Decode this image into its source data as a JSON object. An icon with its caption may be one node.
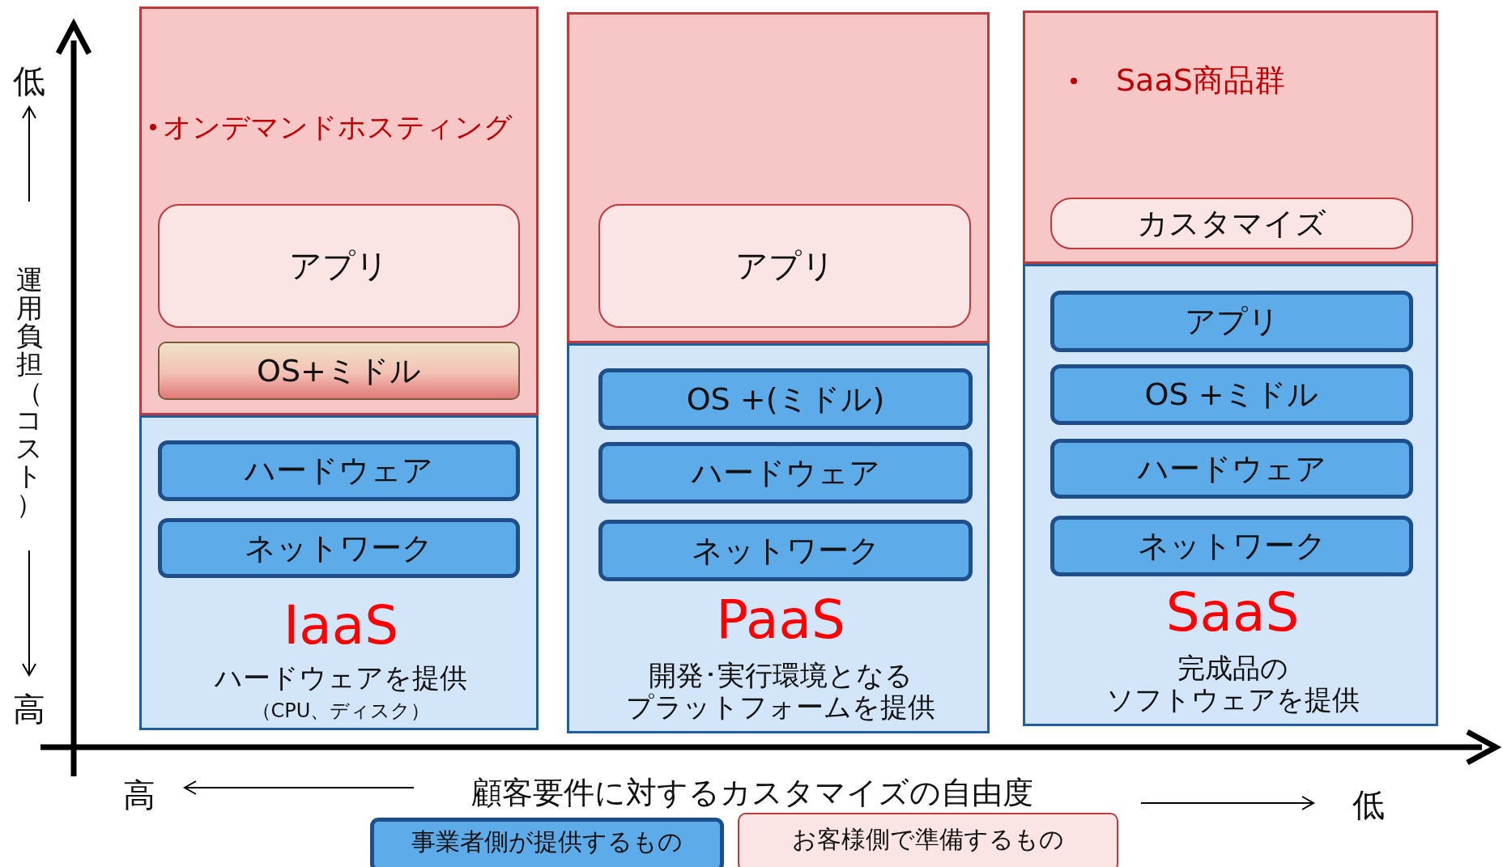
{
  "diagram": {
    "nodes": [
      {
        "text": [
          "オンデマンドホスティング"
        ]
      },
      {
        "text": [
          "アプリ"
        ],
        "in": 0
      },
      {
        "text": [
          "OS+ミドル"
        ],
        "in": 0
      },
      {
        "text": [
          "IaaS",
          "ハードウェアを提供",
          "（CPU、ディスク）"
        ]
      },
      {
        "text": [
          "ハードウェア"
        ],
        "in": 3
      },
      {
        "text": [
          "ネットワーク"
        ],
        "in": 3
      },
      {
        "text": [],
        "shape": "box"
      },
      {
        "text": [
          "アプリ"
        ],
        "in": 6
      },
      {
        "text": [
          "PaaS",
          "開発･実行環境となるプラットフォームを提供"
        ]
      },
      {
        "text": [
          "OS +(ミドル)"
        ],
        "in": 8
      },
      {
        "text": [
          "ハードウェア"
        ],
        "in": 8
      },
      {
        "text": [
          "ネットワーク"
        ],
        "in": 8
      },
      {
        "text": [
          "SaaS商品群"
        ]
      },
      {
        "text": [
          "カスタマイズ"
        ],
        "in": 12
      },
      {
        "text": [
          "SaaS",
          "完成品のソフトウェアを提供"
        ]
      },
      {
        "text": [
          "アプリ"
        ],
        "in": 14
      },
      {
        "text": [
          "OS +ミドル"
        ],
        "in": 14
      },
      {
        "text": [
          "ハードウェア"
        ],
        "in": 14
      },
      {
        "text": [
          "ネットワーク"
        ],
        "in": 14
      }
    ],
    "edges": [],
    "labels": [
      "低",
      "運用負担（コスト）",
      "高",
      "高",
      "顧客要件に対するカスタマイズの自由度",
      "低"
    ],
    "legend": [
      {
        "text": "事業者側が提供するもの",
        "color": "#5dabe9"
      },
      {
        "text": "お客様側で準備するもの",
        "color": "#fbe4e4"
      }
    ]
  }
}
